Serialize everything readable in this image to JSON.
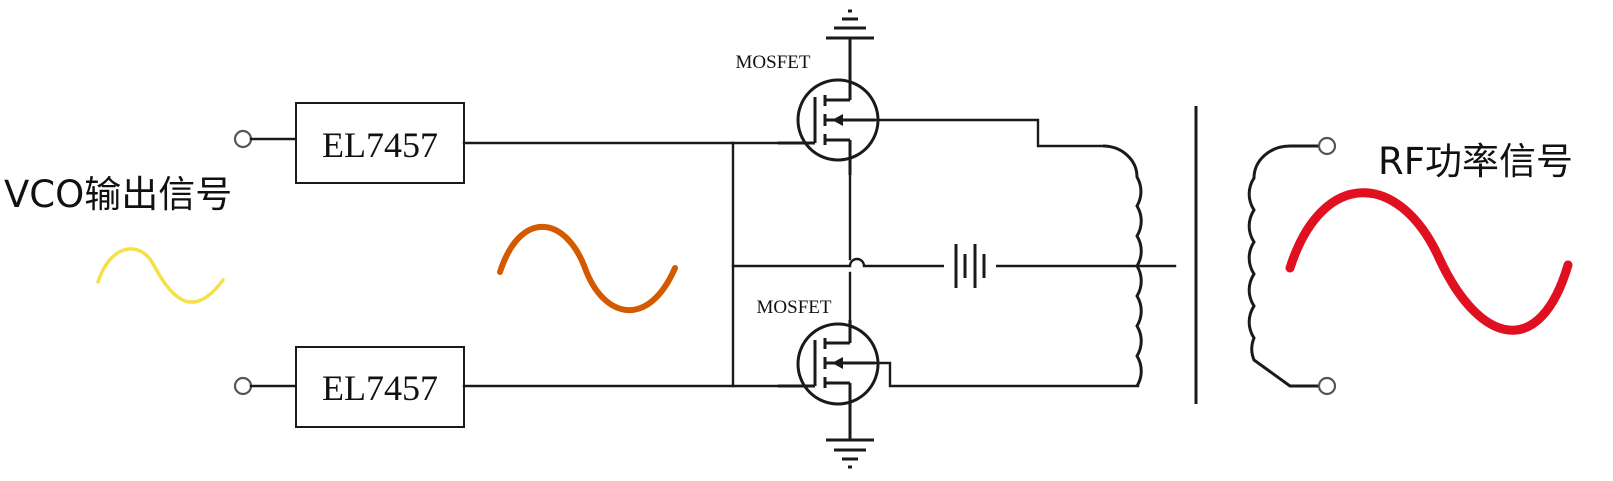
{
  "labels": {
    "input": "VCO输出信号",
    "output": "RF功率信号",
    "driver_top": "EL7457",
    "driver_bottom": "EL7457",
    "mosfet_top": "MOSFET",
    "mosfet_bottom": "MOSFET"
  },
  "colors": {
    "wire": "#1a1a1a",
    "vco_wave": "#f5e04a",
    "driver_wave": "#d45a00",
    "rf_wave": "#e01020"
  },
  "icons": {
    "ground": "ground-icon",
    "battery": "battery-icon",
    "transistor": "mosfet-icon",
    "transformer": "transformer-icon"
  }
}
